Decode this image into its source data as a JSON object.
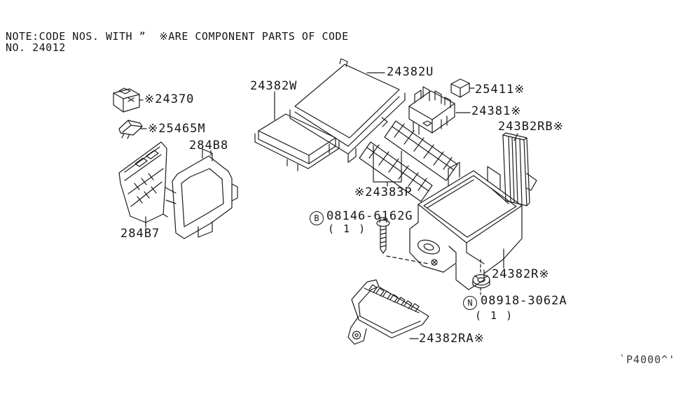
{
  "note": {
    "line1": "NOTE:CODE NOS. WITH ”  ※ARE COMPONENT PARTS OF CODE",
    "line2": "NO. 24012"
  },
  "callouts": {
    "c24370": "※24370",
    "c25465m": "※25465M",
    "c284b8": "284B8",
    "c284b7": "284B7",
    "c24382w": "24382W",
    "c24382u": "24382U",
    "c25411": "25411※",
    "c24381": "24381※",
    "c243b2rb": "243B2RB※",
    "c24383p": "※24383P",
    "c24382r": "24382R※",
    "c24382ra": "24382RA※"
  },
  "hardware": {
    "bolt": {
      "letter": "B",
      "part_number": "08146-6162G",
      "quantity": "( 1 )"
    },
    "nut": {
      "letter": "N",
      "part_number": "08918-3062A",
      "quantity": "( 1 )"
    }
  },
  "watermark": "`P4000^'",
  "colors": {
    "line": "#1c1c1c",
    "background": "#ffffff",
    "text": "#161616"
  }
}
